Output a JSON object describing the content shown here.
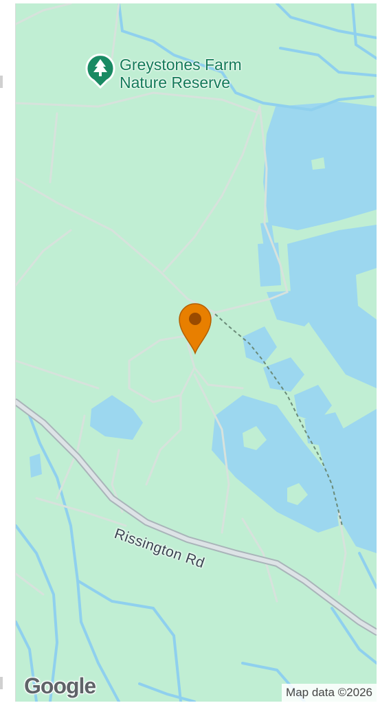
{
  "map": {
    "poi": {
      "name_line1": "Greystones Farm",
      "name_line2": "Nature Reserve",
      "icon": "tree-icon"
    },
    "road_label": "Rissington Rd",
    "marker_icon": "location-pin-icon",
    "logo": "Google",
    "attribution": "Map data ©2026",
    "colors": {
      "land": "#c0eed3",
      "water": "#9cd7ef",
      "road": "#d7e2dc",
      "main_road": "#b9c3c8",
      "poi_green": "#1a8a63",
      "marker": "#e87f00"
    }
  }
}
